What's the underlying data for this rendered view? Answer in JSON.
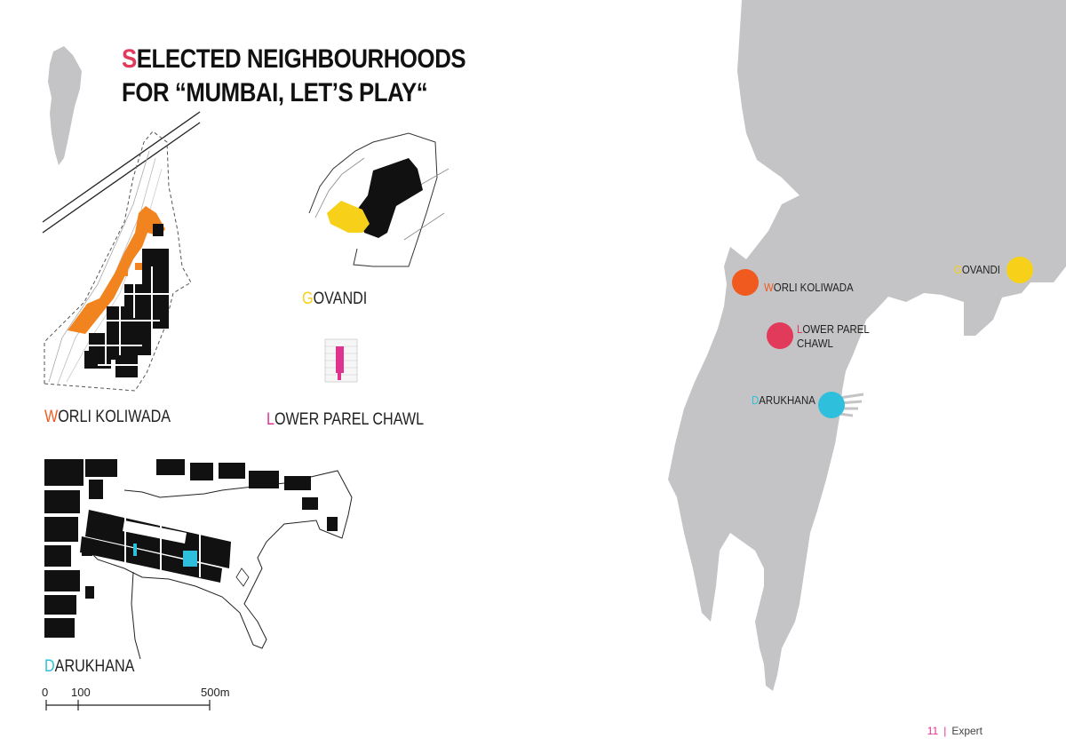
{
  "title": {
    "line1_initial": "S",
    "line1_rest": "ELECTED NEIGHBOURHOODS",
    "line2": "FOR “MUMBAI, LET’S PLAY“"
  },
  "colors": {
    "worli": "#f05a1e",
    "worli_fill": "#f2841f",
    "govandi": "#f7d01a",
    "lower_parel": "#e23a5a",
    "lower_parel_fill": "#e0338f",
    "darukhana": "#2ebfdc",
    "map_land": "#c4c4c6",
    "title_initial": "#e23a5a",
    "footer_accent": "#e0338f"
  },
  "neighbourhood_labels": {
    "worli": {
      "initial": "W",
      "rest": "ORLI KOLIWADA"
    },
    "govandi": {
      "initial": "G",
      "rest": "OVANDI"
    },
    "lower_parel": {
      "initial": "L",
      "rest": "OWER PAREL CHAWL"
    },
    "darukhana": {
      "initial": "D",
      "rest": "ARUKHANA"
    }
  },
  "map_labels": {
    "worli": {
      "initial": "W",
      "rest": "ORLI KOLIWADA"
    },
    "govandi": {
      "initial": "G",
      "rest": "OVANDI"
    },
    "lower_parel_line1": {
      "initial": "L",
      "rest": "OWER PAREL"
    },
    "lower_parel_line2": "CHAWL",
    "darukhana": {
      "initial": "D",
      "rest": "ARUKHANA"
    }
  },
  "scale_bar": {
    "tick0": "0",
    "tick1": "100",
    "tick2": "500m"
  },
  "footer": {
    "page_number": "11",
    "separator": "|",
    "section": "Expert"
  }
}
